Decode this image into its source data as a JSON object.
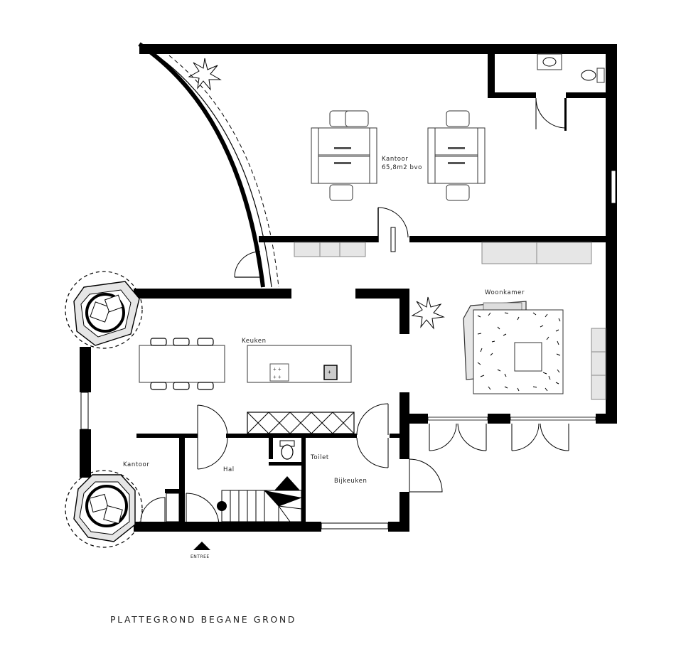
{
  "plan": {
    "title": "PLATTEGROND BEGANE GROND",
    "entrance_label": "ENTREE",
    "rooms": {
      "kantoor_main": {
        "name": "Kantoor",
        "area": "65,8m2 bvo"
      },
      "woonkamer": {
        "name": "Woonkamer"
      },
      "keuken": {
        "name": "Keuken"
      },
      "kantoor_small": {
        "name": "Kantoor"
      },
      "hal": {
        "name": "Hal"
      },
      "toilet": {
        "name": "Toilet"
      },
      "bijkeuken": {
        "name": "Bijkeuken"
      }
    },
    "colors": {
      "wall": "#000000",
      "furniture_grey": "#e6e6e6",
      "text": "#222222"
    }
  }
}
